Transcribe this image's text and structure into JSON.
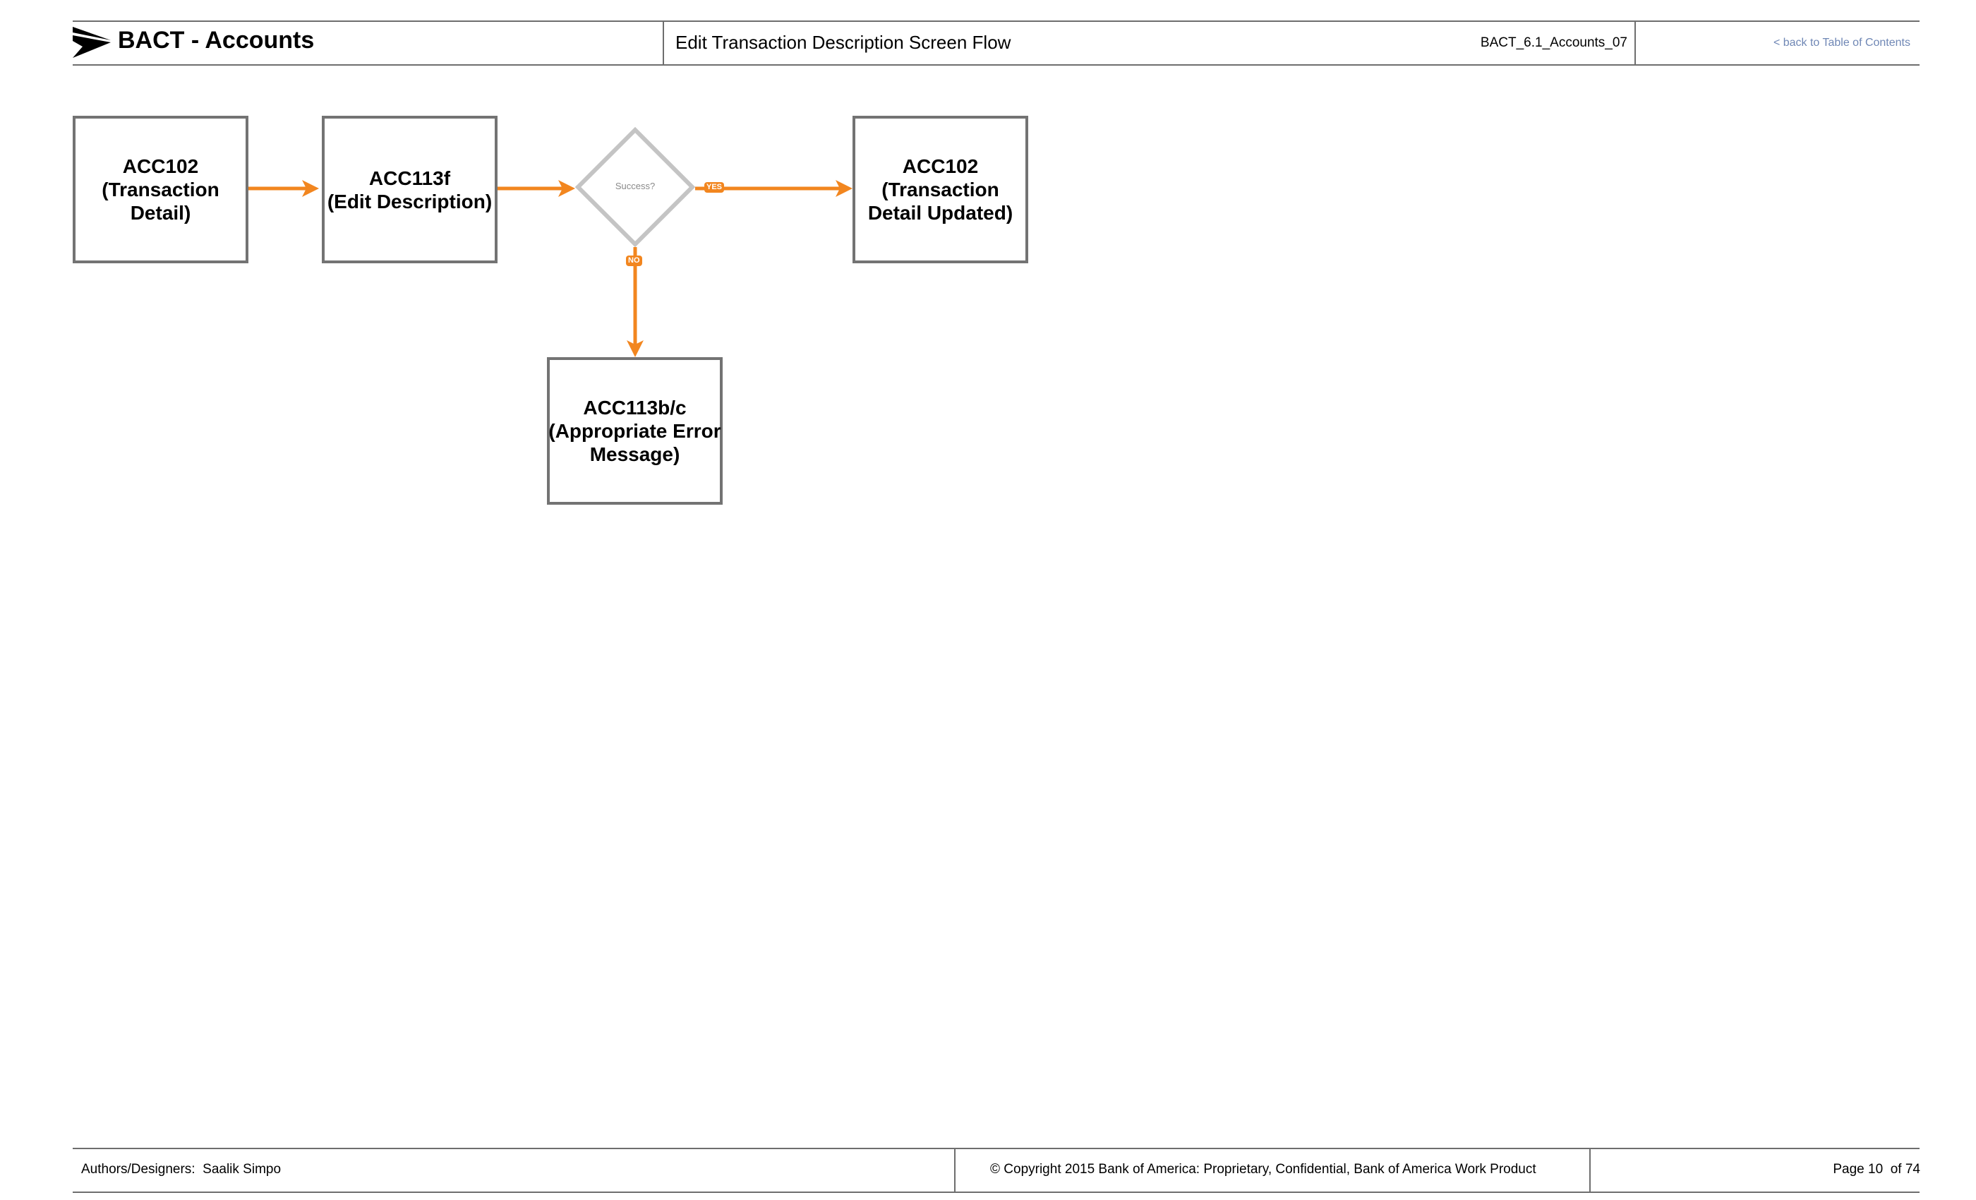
{
  "header": {
    "app_title": "BACT - Accounts",
    "screen_title": "Edit Transaction Description Screen Flow",
    "doc_id": "BACT_6.1_Accounts_07",
    "back_link": "< back to Table of Contents"
  },
  "flow": {
    "nodes": [
      {
        "id": "ACC102",
        "lines": [
          "ACC102",
          "(Transaction",
          "Detail)"
        ]
      },
      {
        "id": "ACC113f",
        "lines": [
          "ACC113f",
          "(Edit Description)"
        ]
      },
      {
        "id": "ACC102-updated",
        "lines": [
          "ACC102",
          "(Transaction",
          "Detail Updated)"
        ]
      },
      {
        "id": "ACC113b/c",
        "lines": [
          "ACC113b/c",
          "(Appropriate Error",
          "Message)"
        ]
      }
    ],
    "decision": {
      "label": "Success?",
      "yes_label": "YES",
      "no_label": "NO"
    },
    "edges": [
      {
        "from": "ACC102",
        "to": "ACC113f"
      },
      {
        "from": "ACC113f",
        "to": "decision"
      },
      {
        "from": "decision",
        "to": "ACC102-updated",
        "label": "YES"
      },
      {
        "from": "decision",
        "to": "ACC113b/c",
        "label": "NO"
      }
    ],
    "colors": {
      "arrow": "#f2861f",
      "box_border": "#737373",
      "decision_border": "#c4c4c4"
    }
  },
  "footer": {
    "authors_label": "Authors/Designers:",
    "authors": "Saalik Simpo",
    "copyright": "© Copyright 2015 Bank of America: Proprietary, Confidential, Bank of America Work Product",
    "page_label": "Page 10",
    "page_total": "of 74"
  }
}
